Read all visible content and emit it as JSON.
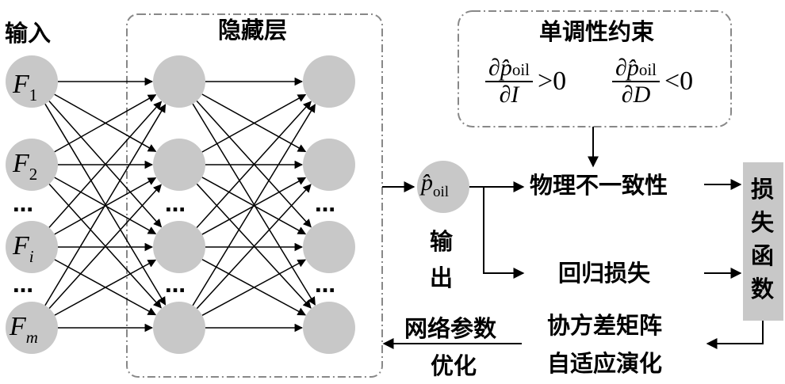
{
  "labels": {
    "input": "输入",
    "hidden": "隐藏层",
    "output_chars": [
      "输",
      "出"
    ],
    "monotonic_title": "单调性约束",
    "physics_inconsistency": "物理不一致性",
    "regression_loss": "回归损失",
    "loss_function_chars": [
      "损",
      "失",
      "函",
      "数"
    ],
    "cmaes_line1": "协方差矩阵",
    "cmaes_line2": "自适应演化",
    "optimize_line1": "网络参数",
    "optimize_line2": "优化"
  },
  "inputs": [
    {
      "base": "F",
      "sub": "1"
    },
    {
      "base": "F",
      "sub": "2"
    },
    {
      "base": "F",
      "sub": "i"
    },
    {
      "base": "F",
      "sub": "m"
    }
  ],
  "ellipsis": "…",
  "output_node": {
    "base": "p̂",
    "sub": "oil"
  },
  "constraints": [
    {
      "num": "∂p̂",
      "num_sub": "oil",
      "den": "∂I",
      "relation": ">0"
    },
    {
      "num": "∂p̂",
      "num_sub": "oil",
      "den": "∂D",
      "relation": "<0"
    }
  ],
  "colors": {
    "node_fill": "#c8c8c8",
    "box_fill": "#c8c8c8",
    "line": "#000000",
    "dash": "#888888"
  }
}
